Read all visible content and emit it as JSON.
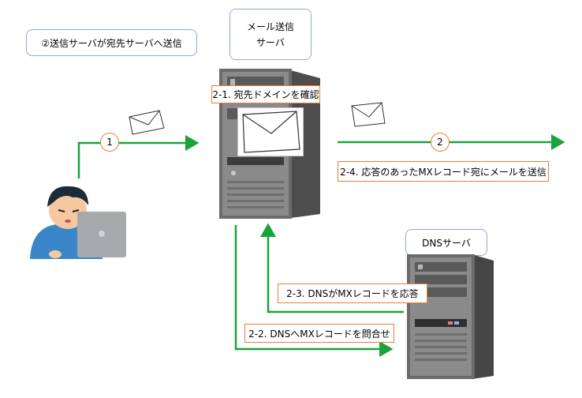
{
  "labels": {
    "title_note": "②送信サーバが宛先サーバへ送信",
    "mail_server_line1": "メール送信",
    "mail_server_line2": "サーバ",
    "dns_server": "DNSサーバ",
    "step_2_1": "2-1. 宛先ドメインを確認",
    "step_2_4": "2-4. 応答のあったMXレコード宛にメールを送信",
    "step_2_3": "2-3. DNSがMXレコードを応答",
    "step_2_2": "2-2. DNSへMXレコードを問合せ",
    "circle_1": "1",
    "circle_2": "2"
  },
  "icons": {
    "user": "person-at-laptop-icon",
    "mail_server": "tower-server-icon",
    "dns_server": "tower-server-icon",
    "envelope": "envelope-icon"
  },
  "colors": {
    "arrow": "#1aa33a",
    "callout_border": "#ed7d31",
    "note_border": "#8eaadb"
  }
}
